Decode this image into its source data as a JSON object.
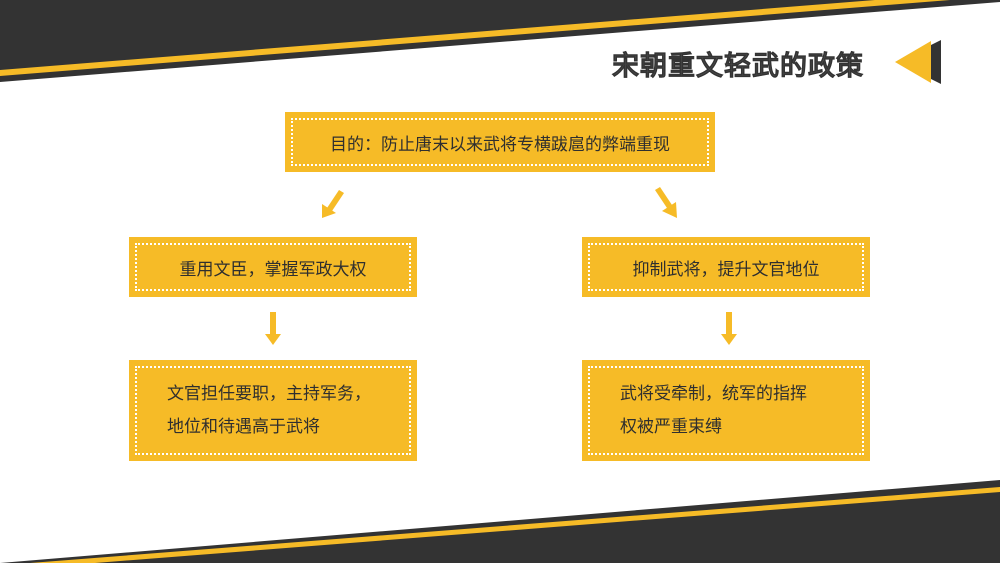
{
  "title": "宋朝重文轻武的政策",
  "colors": {
    "accent": "#F6BB27",
    "dark": "#333333",
    "text": "#2f2f2f"
  },
  "icons": [
    "triangle-left-icon",
    "arrow-down-left-icon",
    "arrow-down-right-icon",
    "arrow-down-icon"
  ],
  "diagram": {
    "root": "目的：防止唐末以来武将专横跋扈的弊端重现",
    "left": {
      "measure": "重用文臣，掌握军政大权",
      "result_lines": [
        "文官担任要职，主持军务，",
        "地位和待遇高于武将"
      ]
    },
    "right": {
      "measure": "抑制武将，提升文官地位",
      "result_lines": [
        "武将受牵制，统军的指挥",
        "权被严重束缚"
      ]
    }
  }
}
